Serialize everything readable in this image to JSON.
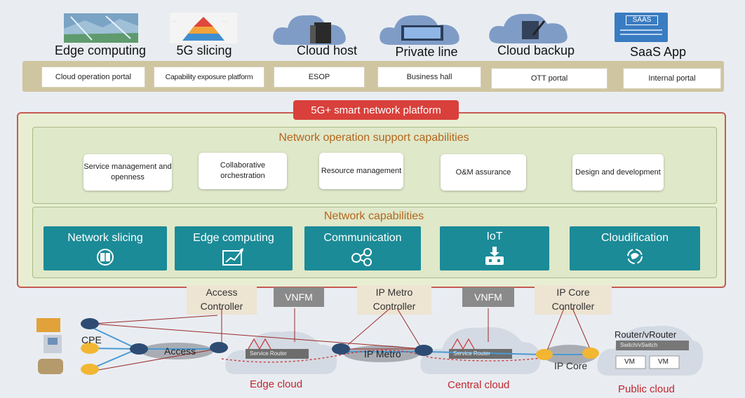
{
  "services": [
    {
      "label": "Edge computing",
      "icon": "edge-computing-image"
    },
    {
      "label": "5G slicing",
      "icon": "pyramid-diagram-image"
    },
    {
      "label": "Cloud host",
      "icon": "cloud-server-icon"
    },
    {
      "label": "Private line",
      "icon": "cloud-monitor-icon"
    },
    {
      "label": "Cloud backup",
      "icon": "cloud-pen-icon"
    },
    {
      "label": "SaaS App",
      "icon": "saas-screen-icon",
      "icon_text": "SAAS"
    }
  ],
  "portals": [
    "Cloud operation portal",
    "Capability exposure platform",
    "ESOP",
    "Business hall",
    "OTT portal",
    "Internal portal"
  ],
  "platform_title": "5G+ smart network platform",
  "operation": {
    "title": "Network operation support capabilities",
    "items": [
      "Service management and openness",
      "Collaborative orchestration",
      "Resource management",
      "O&M assurance",
      "Design and development"
    ]
  },
  "network": {
    "title": "Network capabilities",
    "items": [
      "Network slicing",
      "Edge computing",
      "Communication",
      "IoT",
      "Cloudification"
    ]
  },
  "controllers": [
    "Access Controller",
    "IP Metro Controller",
    "IP Core Controller"
  ],
  "vnfm": [
    "VNFM",
    "VNFM"
  ],
  "net_labels": {
    "cpe": "CPE",
    "access": "Access",
    "ip_metro": "IP Metro",
    "ip_core": "IP Core",
    "service_router": "Service Router",
    "router_vrouter": "Router/vRouter",
    "switch": "Switch/vSwitch",
    "vm": "VM"
  },
  "clouds": [
    "Edge cloud",
    "Central cloud",
    "Public cloud"
  ],
  "colors": {
    "teal": "#1b8b97",
    "red": "#d9403b",
    "orange_title": "#b5651d",
    "cloud": "#7f9cc6"
  }
}
